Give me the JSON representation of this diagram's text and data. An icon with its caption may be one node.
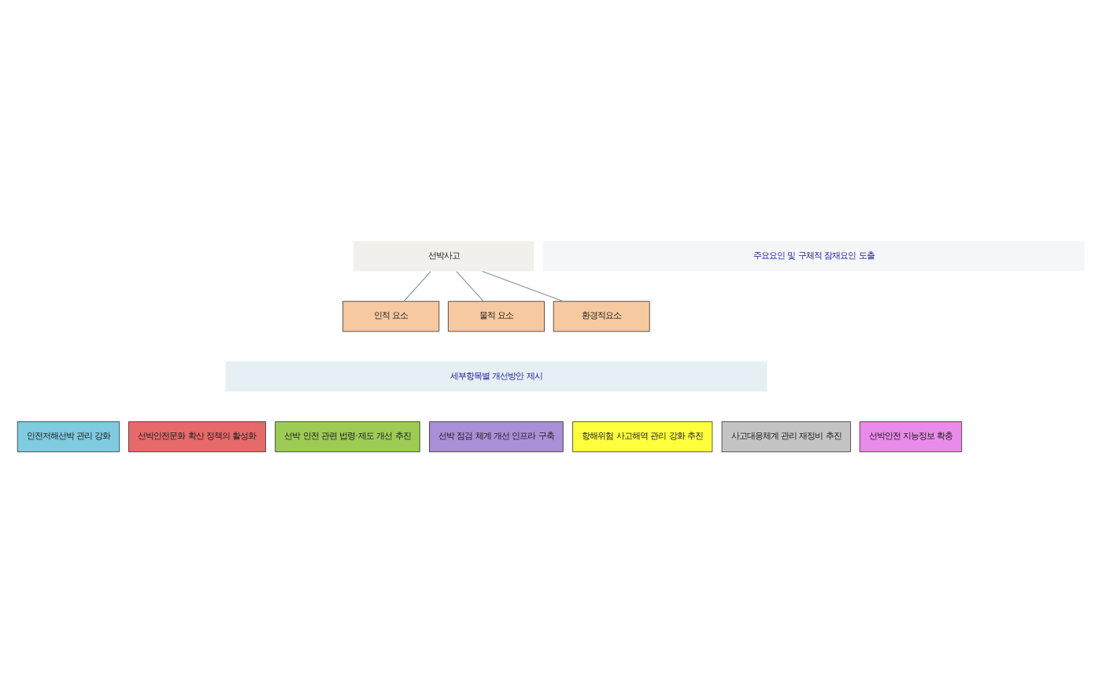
{
  "diagram": {
    "nodes": [
      {
        "text": [
          "선박사고"
        ]
      },
      {
        "text": [
          "주요요인 및 구체적 잠재요인 도출"
        ]
      },
      {
        "text": [
          "인적 요소"
        ]
      },
      {
        "text": [
          "물적 요소"
        ]
      },
      {
        "text": [
          "환경적요소"
        ]
      },
      {
        "text": [
          "세부항목별 개선방안 제시"
        ]
      },
      {
        "text": [
          "안전저해선박 관리 강화"
        ]
      },
      {
        "text": [
          "선박안전문화 확산 정책의 활성화"
        ]
      },
      {
        "text": [
          "선박 안전 관련 법령·제도 개선 추진"
        ]
      },
      {
        "text": [
          "선박 점검 체계 개선 인프라 구축"
        ]
      },
      {
        "text": [
          "항해위험 사고해역 관리 강화 추진"
        ]
      },
      {
        "text": [
          "사고대응체계 관리 재정비 추진"
        ]
      },
      {
        "text": [
          "선박안전 지능정보 확충"
        ]
      }
    ],
    "edges": [
      {
        "from": 0,
        "to": 2,
        "arrow": "none"
      },
      {
        "from": 0,
        "to": 3,
        "arrow": "none"
      },
      {
        "from": 0,
        "to": 4,
        "arrow": "none"
      }
    ]
  }
}
